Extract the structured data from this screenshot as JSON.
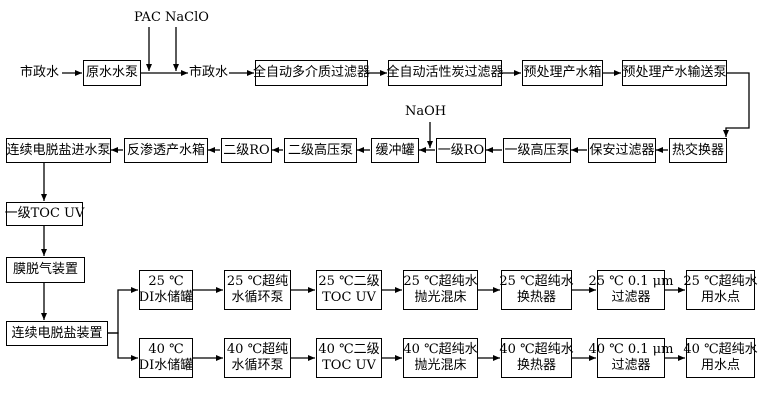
{
  "labels": {
    "municipal_water_in": "市政水",
    "municipal_water_mid": "市政水",
    "dosing_chemicals": "PAC NaClO",
    "naoh_dosing": "NaOH"
  },
  "nodes": {
    "raw_water_pump": "原水水泵",
    "multimedia_filter": "全自动多介质过滤器",
    "activated_carbon_filter": "全自动活性炭过滤器",
    "pretreatment_tank": "预处理产水箱",
    "pretreatment_pump": "预处理产水输送泵",
    "heat_exchanger": "热交换器",
    "security_filter": "保安过滤器",
    "stage1_hp_pump": "一级高压泵",
    "stage1_ro": "一级RO",
    "buffer_tank": "缓冲罐",
    "stage2_hp_pump": "二级高压泵",
    "stage2_ro": "二级RO",
    "ro_product_tank": "反渗透产水箱",
    "edi_feed_pump": "连续电脱盐进水泵",
    "toc_uv_1": "一级TOC UV",
    "degassing": "膜脱气装置",
    "edi_unit": "连续电脱盐装置",
    "hot25": [
      "25 ℃",
      "DI水储罐"
    ],
    "hot25_pump": [
      "25 ℃超纯",
      "水循环泵"
    ],
    "hot25_uv": [
      "25 ℃二级",
      "TOC UV"
    ],
    "hot25_polish": [
      "25 ℃超纯水",
      "抛光混床"
    ],
    "hot25_hx": [
      "25 ℃超纯水",
      "换热器"
    ],
    "hot25_filter": [
      "25 ℃ 0.1 μm",
      "过滤器"
    ],
    "hot25_use": [
      "25 ℃超纯水",
      "用水点"
    ],
    "hot40": [
      "40 ℃",
      "DI水储罐"
    ],
    "hot40_pump": [
      "40 ℃超纯",
      "水循环泵"
    ],
    "hot40_uv": [
      "40 ℃二级",
      "TOC UV"
    ],
    "hot40_polish": [
      "40 ℃超纯水",
      "抛光混床"
    ],
    "hot40_hx": [
      "40 ℃超纯水",
      "换热器"
    ],
    "hot40_filter": [
      "40 ℃ 0.1 μm",
      "过滤器"
    ],
    "hot40_use": [
      "40 ℃超纯水",
      "用水点"
    ]
  }
}
